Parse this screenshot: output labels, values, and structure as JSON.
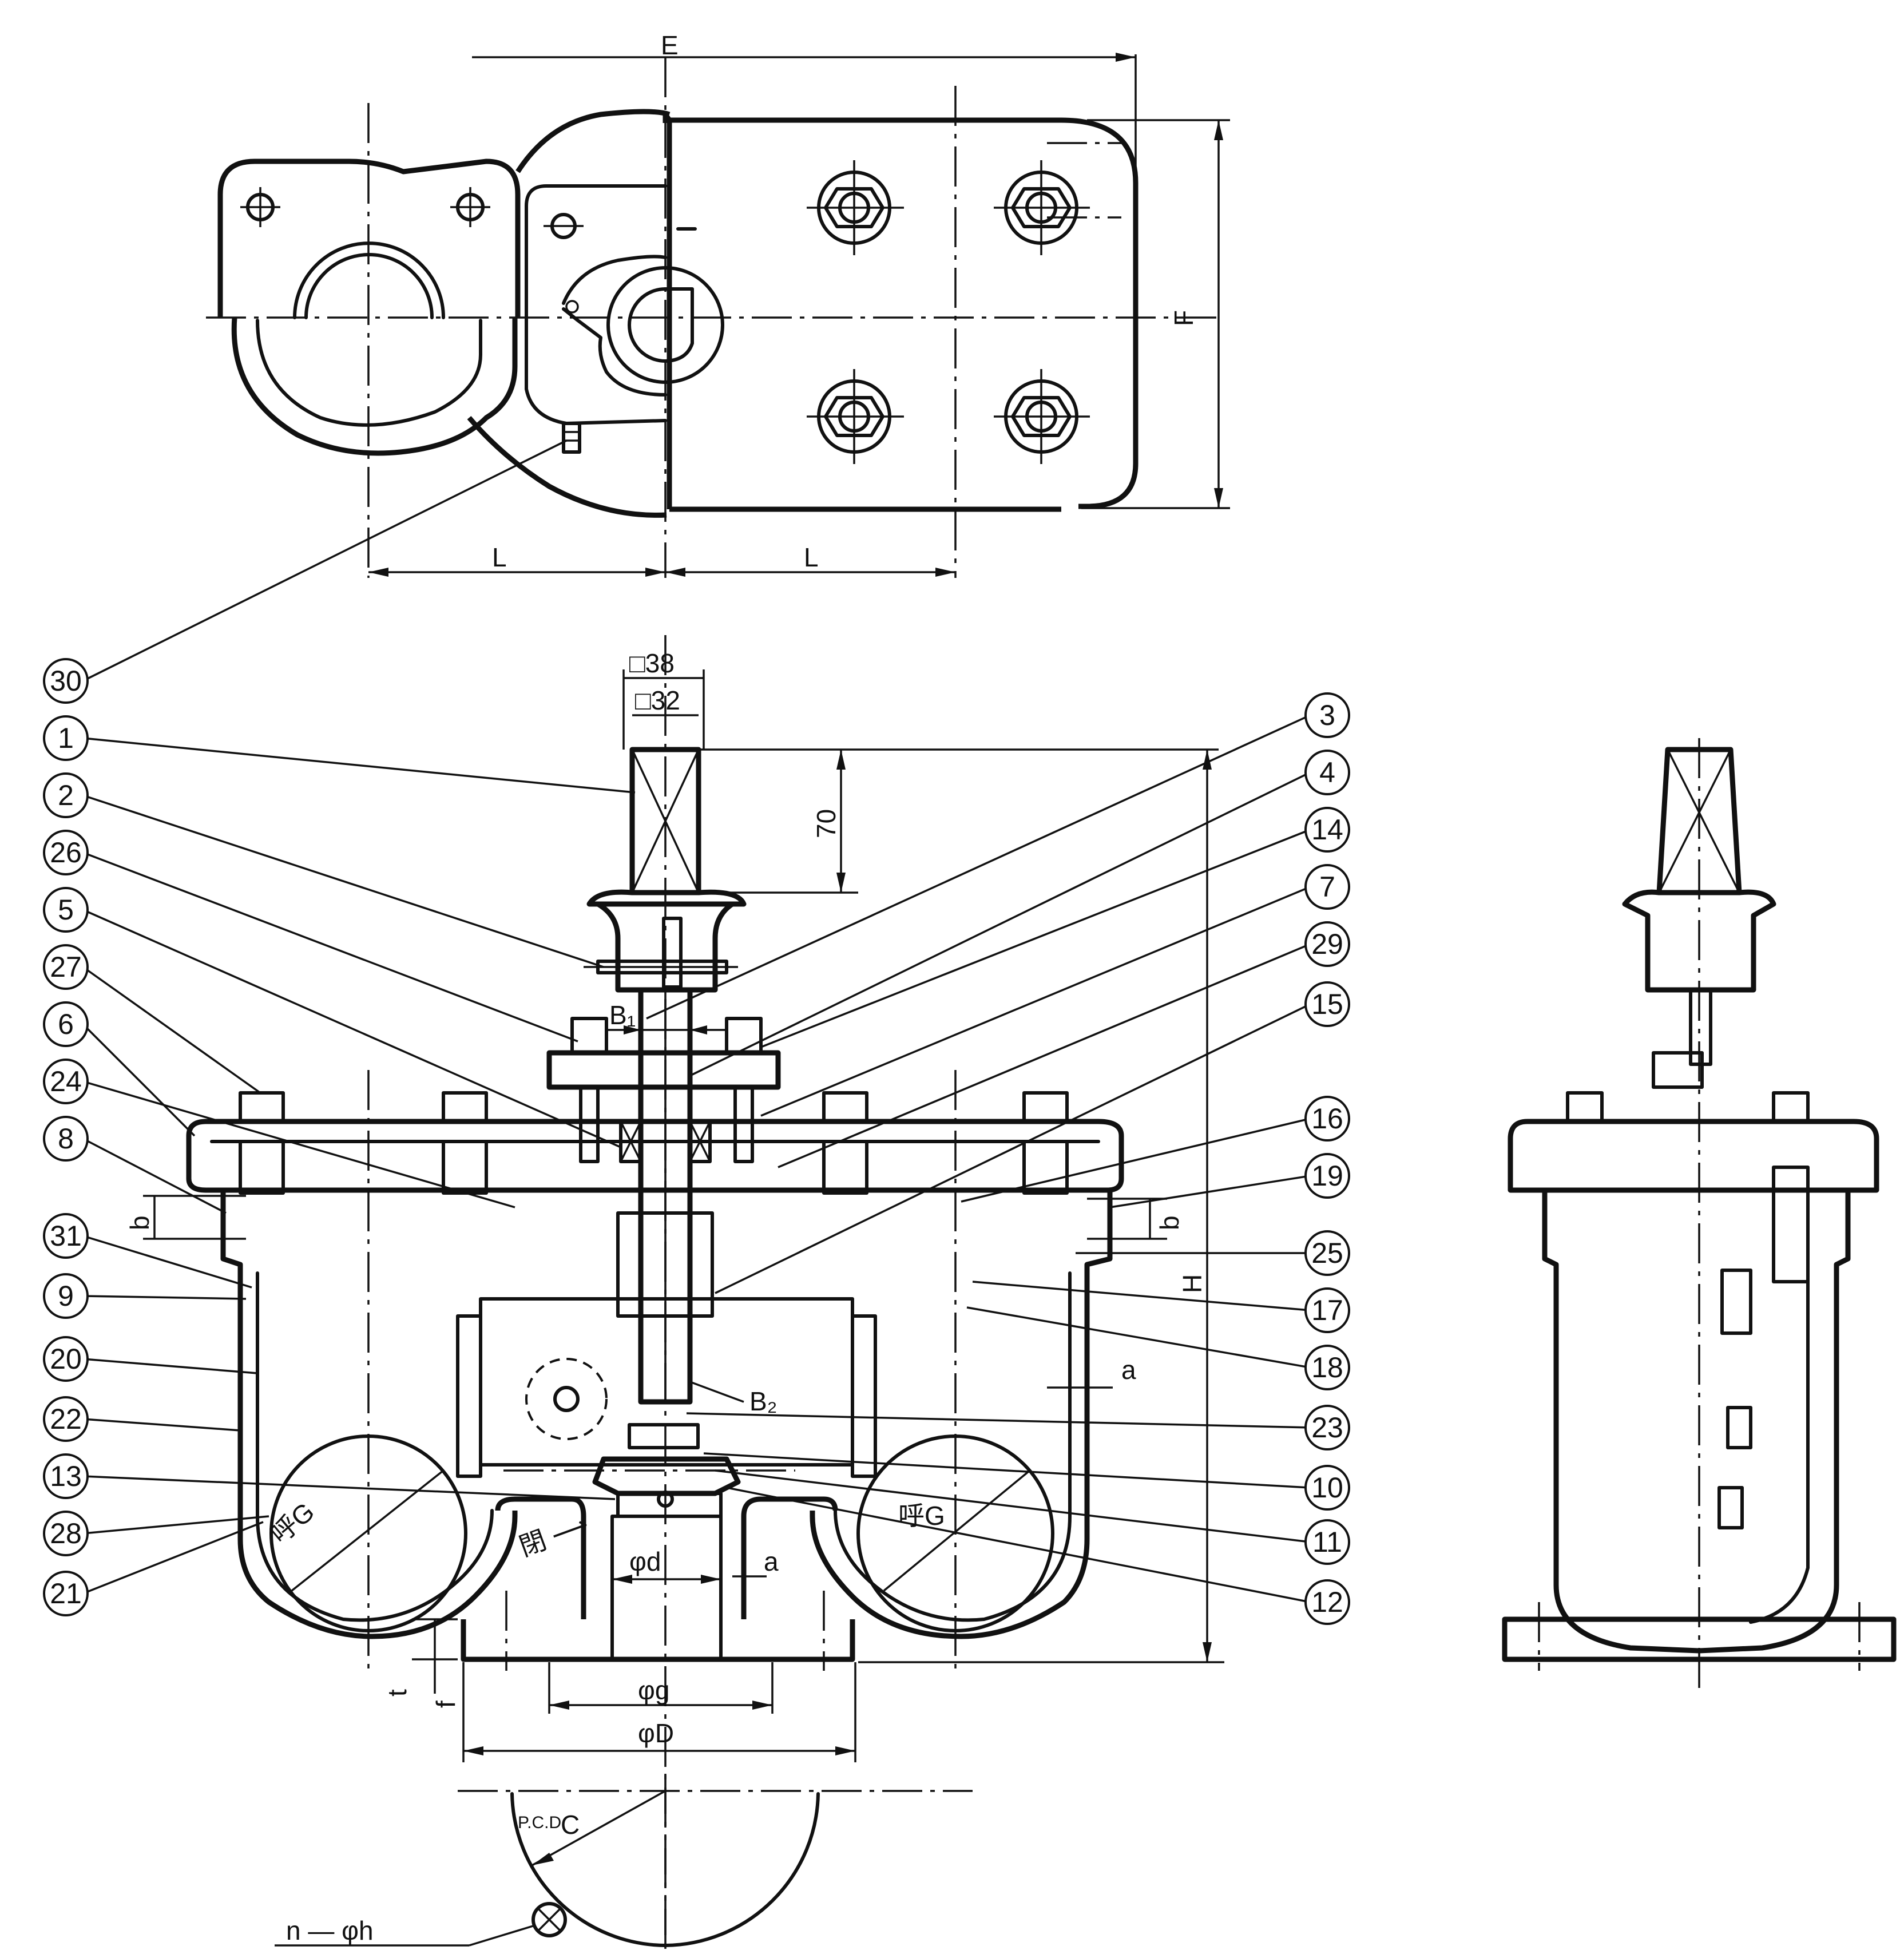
{
  "dimensions": {
    "E": "E",
    "F": "F",
    "L_left": "L",
    "L_right": "L",
    "sq38": "□38",
    "sq32": "□32",
    "d70": "70",
    "B1": "B₁",
    "B2": "B₂",
    "H": "H",
    "b_left": "b",
    "b_right": "b",
    "a_upper": "a",
    "a_lower": "a",
    "phi_d": "φd",
    "phi_g": "φg",
    "phi_D": "φD",
    "t": "t",
    "f": "f",
    "G_left": "呼G",
    "G_right": "呼G",
    "pcd": "P.C.D",
    "C": "C",
    "n_phi_h": "n — φh",
    "dir_mark": "閉 ⟶"
  },
  "part_labels": {
    "p1": "1",
    "p2": "2",
    "p3": "3",
    "p4": "4",
    "p5": "5",
    "p6": "6",
    "p7": "7",
    "p8": "8",
    "p9": "9",
    "p10": "10",
    "p11": "11",
    "p12": "12",
    "p13": "13",
    "p14": "14",
    "p15": "15",
    "p16": "16",
    "p17": "17",
    "p18": "18",
    "p19": "19",
    "p20": "20",
    "p21": "21",
    "p22": "22",
    "p23": "23",
    "p24": "24",
    "p25": "25",
    "p26": "26",
    "p27": "27",
    "p28": "28",
    "p29": "29",
    "p30": "30",
    "p31": "31"
  }
}
